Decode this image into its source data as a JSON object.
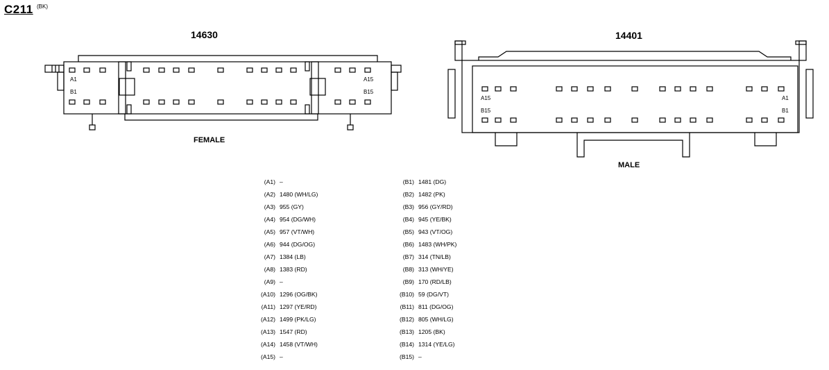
{
  "connector": {
    "id": "C211",
    "color": "(BK)"
  },
  "left_connector": {
    "part_number": "14630",
    "gender": "FEMALE",
    "labels": {
      "a_first": "A1",
      "a_last": "A15",
      "b_first": "B1",
      "b_last": "B15"
    }
  },
  "right_connector": {
    "part_number": "14401",
    "gender": "MALE",
    "labels": {
      "a_first": "A15",
      "a_last": "A1",
      "b_first": "B15",
      "b_last": "B1"
    }
  },
  "pins_a": [
    {
      "pin": "(A1)",
      "circuit": "–"
    },
    {
      "pin": "(A2)",
      "circuit": "1480 (WH/LG)"
    },
    {
      "pin": "(A3)",
      "circuit": "955 (GY)"
    },
    {
      "pin": "(A4)",
      "circuit": "954 (DG/WH)"
    },
    {
      "pin": "(A5)",
      "circuit": "957 (VT/WH)"
    },
    {
      "pin": "(A6)",
      "circuit": "944 (DG/OG)"
    },
    {
      "pin": "(A7)",
      "circuit": "1384 (LB)"
    },
    {
      "pin": "(A8)",
      "circuit": "1383 (RD)"
    },
    {
      "pin": "(A9)",
      "circuit": "–"
    },
    {
      "pin": "(A10)",
      "circuit": "1296 (OG/BK)"
    },
    {
      "pin": "(A11)",
      "circuit": "1297 (YE/RD)"
    },
    {
      "pin": "(A12)",
      "circuit": "1499 (PK/LG)"
    },
    {
      "pin": "(A13)",
      "circuit": "1547 (RD)"
    },
    {
      "pin": "(A14)",
      "circuit": "1458 (VT/WH)"
    },
    {
      "pin": "(A15)",
      "circuit": "–"
    }
  ],
  "pins_b": [
    {
      "pin": "(B1)",
      "circuit": "1481 (DG)"
    },
    {
      "pin": "(B2)",
      "circuit": "1482 (PK)"
    },
    {
      "pin": "(B3)",
      "circuit": "956 (GY/RD)"
    },
    {
      "pin": "(B4)",
      "circuit": "945 (YE/BK)"
    },
    {
      "pin": "(B5)",
      "circuit": "943 (VT/OG)"
    },
    {
      "pin": "(B6)",
      "circuit": "1483 (WH/PK)"
    },
    {
      "pin": "(B7)",
      "circuit": "314 (TN/LB)"
    },
    {
      "pin": "(B8)",
      "circuit": "313 (WH/YE)"
    },
    {
      "pin": "(B9)",
      "circuit": "170 (RD/LB)"
    },
    {
      "pin": "(B10)",
      "circuit": "59 (DG/VT)"
    },
    {
      "pin": "(B11)",
      "circuit": "811 (DG/OG)"
    },
    {
      "pin": "(B12)",
      "circuit": "805 (WH/LG)"
    },
    {
      "pin": "(B13)",
      "circuit": "1205 (BK)"
    },
    {
      "pin": "(B14)",
      "circuit": "1314 (YE/LG)"
    },
    {
      "pin": "(B15)",
      "circuit": "–"
    }
  ]
}
